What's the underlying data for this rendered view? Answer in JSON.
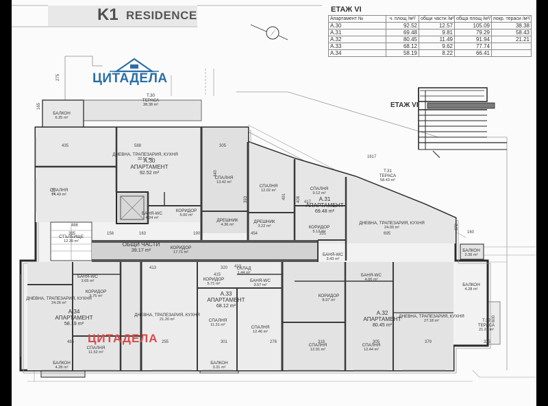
{
  "title": {
    "code": "K1",
    "name": "RESIDENCE"
  },
  "logo": {
    "text": "ЦИТАДЕЛА"
  },
  "watermark": {
    "text": "ЦИТАДЕЛА"
  },
  "section_label": "ЕТАЖ VI",
  "table": {
    "title": "ЕТАЖ VI",
    "headers": [
      "Апартамент №",
      "ч. площ /м²/",
      "общи части /м²/",
      "обща площ /м²/",
      "покр. тераси /м²/"
    ],
    "rows": [
      [
        "А.30",
        "92.52",
        "12.57",
        "105.09",
        "38.38"
      ],
      [
        "А.31",
        "69.48",
        "9.81",
        "79.29",
        "58.43"
      ],
      [
        "А.32",
        "80.45",
        "11.49",
        "91.94",
        "21.21"
      ],
      [
        "А.33",
        "68.12",
        "9.62",
        "77.74",
        ""
      ],
      [
        "А.34",
        "58.19",
        "8.22",
        "66.41",
        ""
      ]
    ]
  },
  "apartments": [
    {
      "id": "a30",
      "name": "А.30",
      "label": "АПАРТАМЕНТ",
      "area": "92.52 m²"
    },
    {
      "id": "a31",
      "name": "А.31",
      "label": "АПАРТАМЕНТ",
      "area": "69.48 m²"
    },
    {
      "id": "a32",
      "name": "А.32",
      "label": "АПАРТАМЕНТ",
      "area": "80.45 m²"
    },
    {
      "id": "a33",
      "name": "А.33",
      "label": "АПАРТАМЕНТ",
      "area": "68.12 m²"
    },
    {
      "id": "a34",
      "name": "А.34",
      "label": "АПАРТАМЕНТ",
      "area": "58.19 m²"
    }
  ],
  "common": {
    "label": "ОБЩИ ЧАСТИ",
    "area": "39.17 m²"
  },
  "rooms": [
    {
      "id": "t30",
      "name": "Т.30",
      "sub": "ТЕРАСА",
      "area": "38.38 m²"
    },
    {
      "id": "balcony-nw",
      "name": "БАЛКОН",
      "area": "6.35 m²"
    },
    {
      "id": "a30-living",
      "name": "ДНЕВНА, ТРАПЕЗАРИЯ, КУХНЯ",
      "area": "32.57 m²"
    },
    {
      "id": "a30-bedroom1",
      "name": "СПАЛНЯ",
      "area": "14.49 m²"
    },
    {
      "id": "a30-bath",
      "name": "БАНЯ-WC",
      "area": "4.24 m²"
    },
    {
      "id": "a30-corridor",
      "name": "КОРИДОР",
      "area": "5.00 m²"
    },
    {
      "id": "a30-bedroom2",
      "name": "СПАЛНЯ",
      "area": "13.42 m²"
    },
    {
      "id": "a30-closet",
      "name": "ДРЕШНИК",
      "area": "4.36 m²"
    },
    {
      "id": "a31-bedroom1",
      "name": "СПАЛНЯ",
      "area": "12.02 m²"
    },
    {
      "id": "a31-closet",
      "name": "ДРЕШНИК",
      "area": "3.22 m²"
    },
    {
      "id": "a31-bedroom2",
      "name": "СПАЛНЯ",
      "area": "9.12 m²"
    },
    {
      "id": "a31-corridor",
      "name": "КОРИДОР",
      "area": "5.12 m²"
    },
    {
      "id": "t31",
      "name": "Т.31",
      "sub": "ТЕРАСА",
      "area": "58.43 m²"
    },
    {
      "id": "a31-living",
      "name": "ДНЕВНА, ТРАПЕЗАРИЯ, КУХНЯ",
      "area": "24.00 m²"
    },
    {
      "id": "a31-bath",
      "name": "БАНЯ-WC",
      "area": "3.43 m²"
    },
    {
      "id": "stairs",
      "name": "СТЪЛБИЩЕ",
      "area": "12.39 m²"
    },
    {
      "id": "common-corridor",
      "name": "КОРИДОР",
      "area": "17.71 m²"
    },
    {
      "id": "storage",
      "name": "СКЛАД",
      "area": "1.44 m²"
    },
    {
      "id": "balcony-e1",
      "name": "БАЛКОН",
      "area": "2.36 m²"
    },
    {
      "id": "balcony-e2",
      "name": "БАЛКОН",
      "area": "4.28 m²"
    },
    {
      "id": "a34-bath",
      "name": "БАНЯ-WC",
      "area": "3.65 m²"
    },
    {
      "id": "a34-living",
      "name": "ДНЕВНА, ТРАПЕЗАРИЯ, КУХНЯ",
      "area": "24.26 m²"
    },
    {
      "id": "a34-corridor",
      "name": "КОРИДОР",
      "area": "5.75 m²"
    },
    {
      "id": "a34-bedroom",
      "name": "СПАЛНЯ",
      "area": "11.52 m²"
    },
    {
      "id": "balcony-sw",
      "name": "БАЛКОН",
      "area": "4.28 m²"
    },
    {
      "id": "a33-corridor",
      "name": "КОРИДОР",
      "area": "5.71 m²"
    },
    {
      "id": "a33-bath",
      "name": "БАНЯ-WC",
      "area": "3.57 m²"
    },
    {
      "id": "a33-living",
      "name": "ДНЕВНА, ТРАПЕЗАРИЯ, КУХНЯ",
      "area": "21.20 m²"
    },
    {
      "id": "a33-bedroom1",
      "name": "СПАЛНЯ",
      "area": "11.31 m²"
    },
    {
      "id": "a33-bedroom2",
      "name": "СПАЛНЯ",
      "area": "12.46 m²"
    },
    {
      "id": "balcony-s",
      "name": "БАЛКОН",
      "area": "3.31 m²"
    },
    {
      "id": "a32-corridor",
      "name": "КОРИДОР",
      "area": "8.97 m²"
    },
    {
      "id": "a32-bath",
      "name": "БАНЯ-WC",
      "area": "4.06 m²"
    },
    {
      "id": "a32-living",
      "name": "ДНЕВНА, ТРАПЕЗАРИЯ, КУХНЯ",
      "area": "27.18 m²"
    },
    {
      "id": "a32-bedroom1",
      "name": "СПАЛНЯ",
      "area": "12.91 m²"
    },
    {
      "id": "a32-bedroom2",
      "name": "СПАЛНЯ",
      "area": "12.44 m²"
    },
    {
      "id": "t32",
      "name": "Т.32",
      "sub": "ТЕРАСА",
      "area": "21.21 m²"
    }
  ],
  "dimensions": [
    "165",
    "435",
    "588",
    "305",
    "318",
    "440",
    "163",
    "158",
    "190",
    "393",
    "408",
    "413",
    "454",
    "385",
    "486",
    "372",
    "160",
    "1617",
    "491",
    "417",
    "331",
    "695",
    "301",
    "320",
    "413",
    "415",
    "485",
    "255",
    "305",
    "379",
    "318",
    "276",
    "335",
    "600",
    "275"
  ]
}
